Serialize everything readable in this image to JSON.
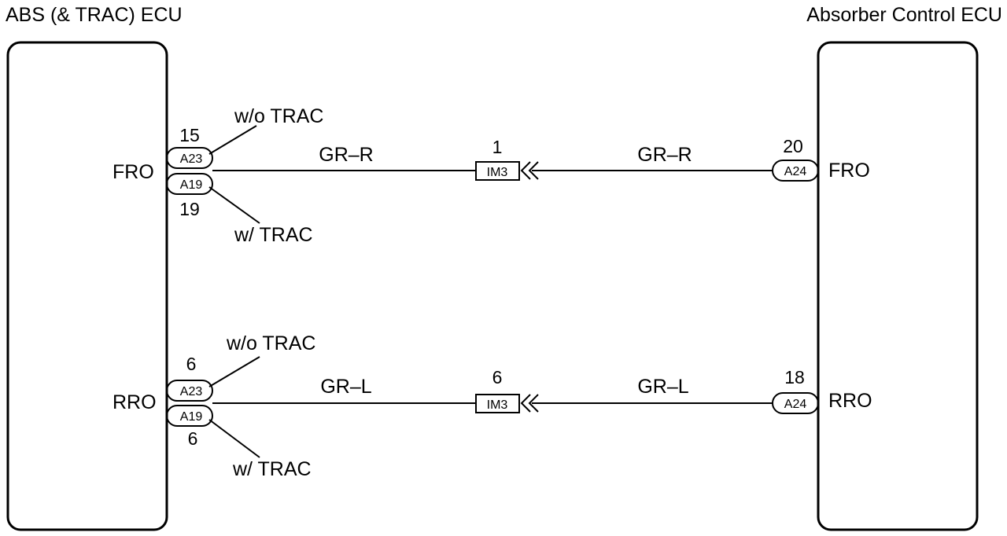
{
  "ecu_left": {
    "title": "ABS (& TRAC) ECU"
  },
  "ecu_right": {
    "title": "Absorber Control ECU"
  },
  "circuits": [
    {
      "left_terminal": "FRO",
      "right_terminal": "FRO",
      "left_connectors": [
        {
          "name": "A23",
          "pin": "15",
          "note": "w/o TRAC"
        },
        {
          "name": "A19",
          "pin": "19",
          "note": "w/ TRAC"
        }
      ],
      "wire_left": "GR–R",
      "junction": {
        "name": "IM3",
        "pin": "1"
      },
      "wire_right": "GR–R",
      "right_connector": {
        "name": "A24",
        "pin": "20"
      }
    },
    {
      "left_terminal": "RRO",
      "right_terminal": "RRO",
      "left_connectors": [
        {
          "name": "A23",
          "pin": "6",
          "note": "w/o TRAC"
        },
        {
          "name": "A19",
          "pin": "6",
          "note": "w/ TRAC"
        }
      ],
      "wire_left": "GR–L",
      "junction": {
        "name": "IM3",
        "pin": "6"
      },
      "wire_right": "GR–L",
      "right_connector": {
        "name": "A24",
        "pin": "18"
      }
    }
  ]
}
